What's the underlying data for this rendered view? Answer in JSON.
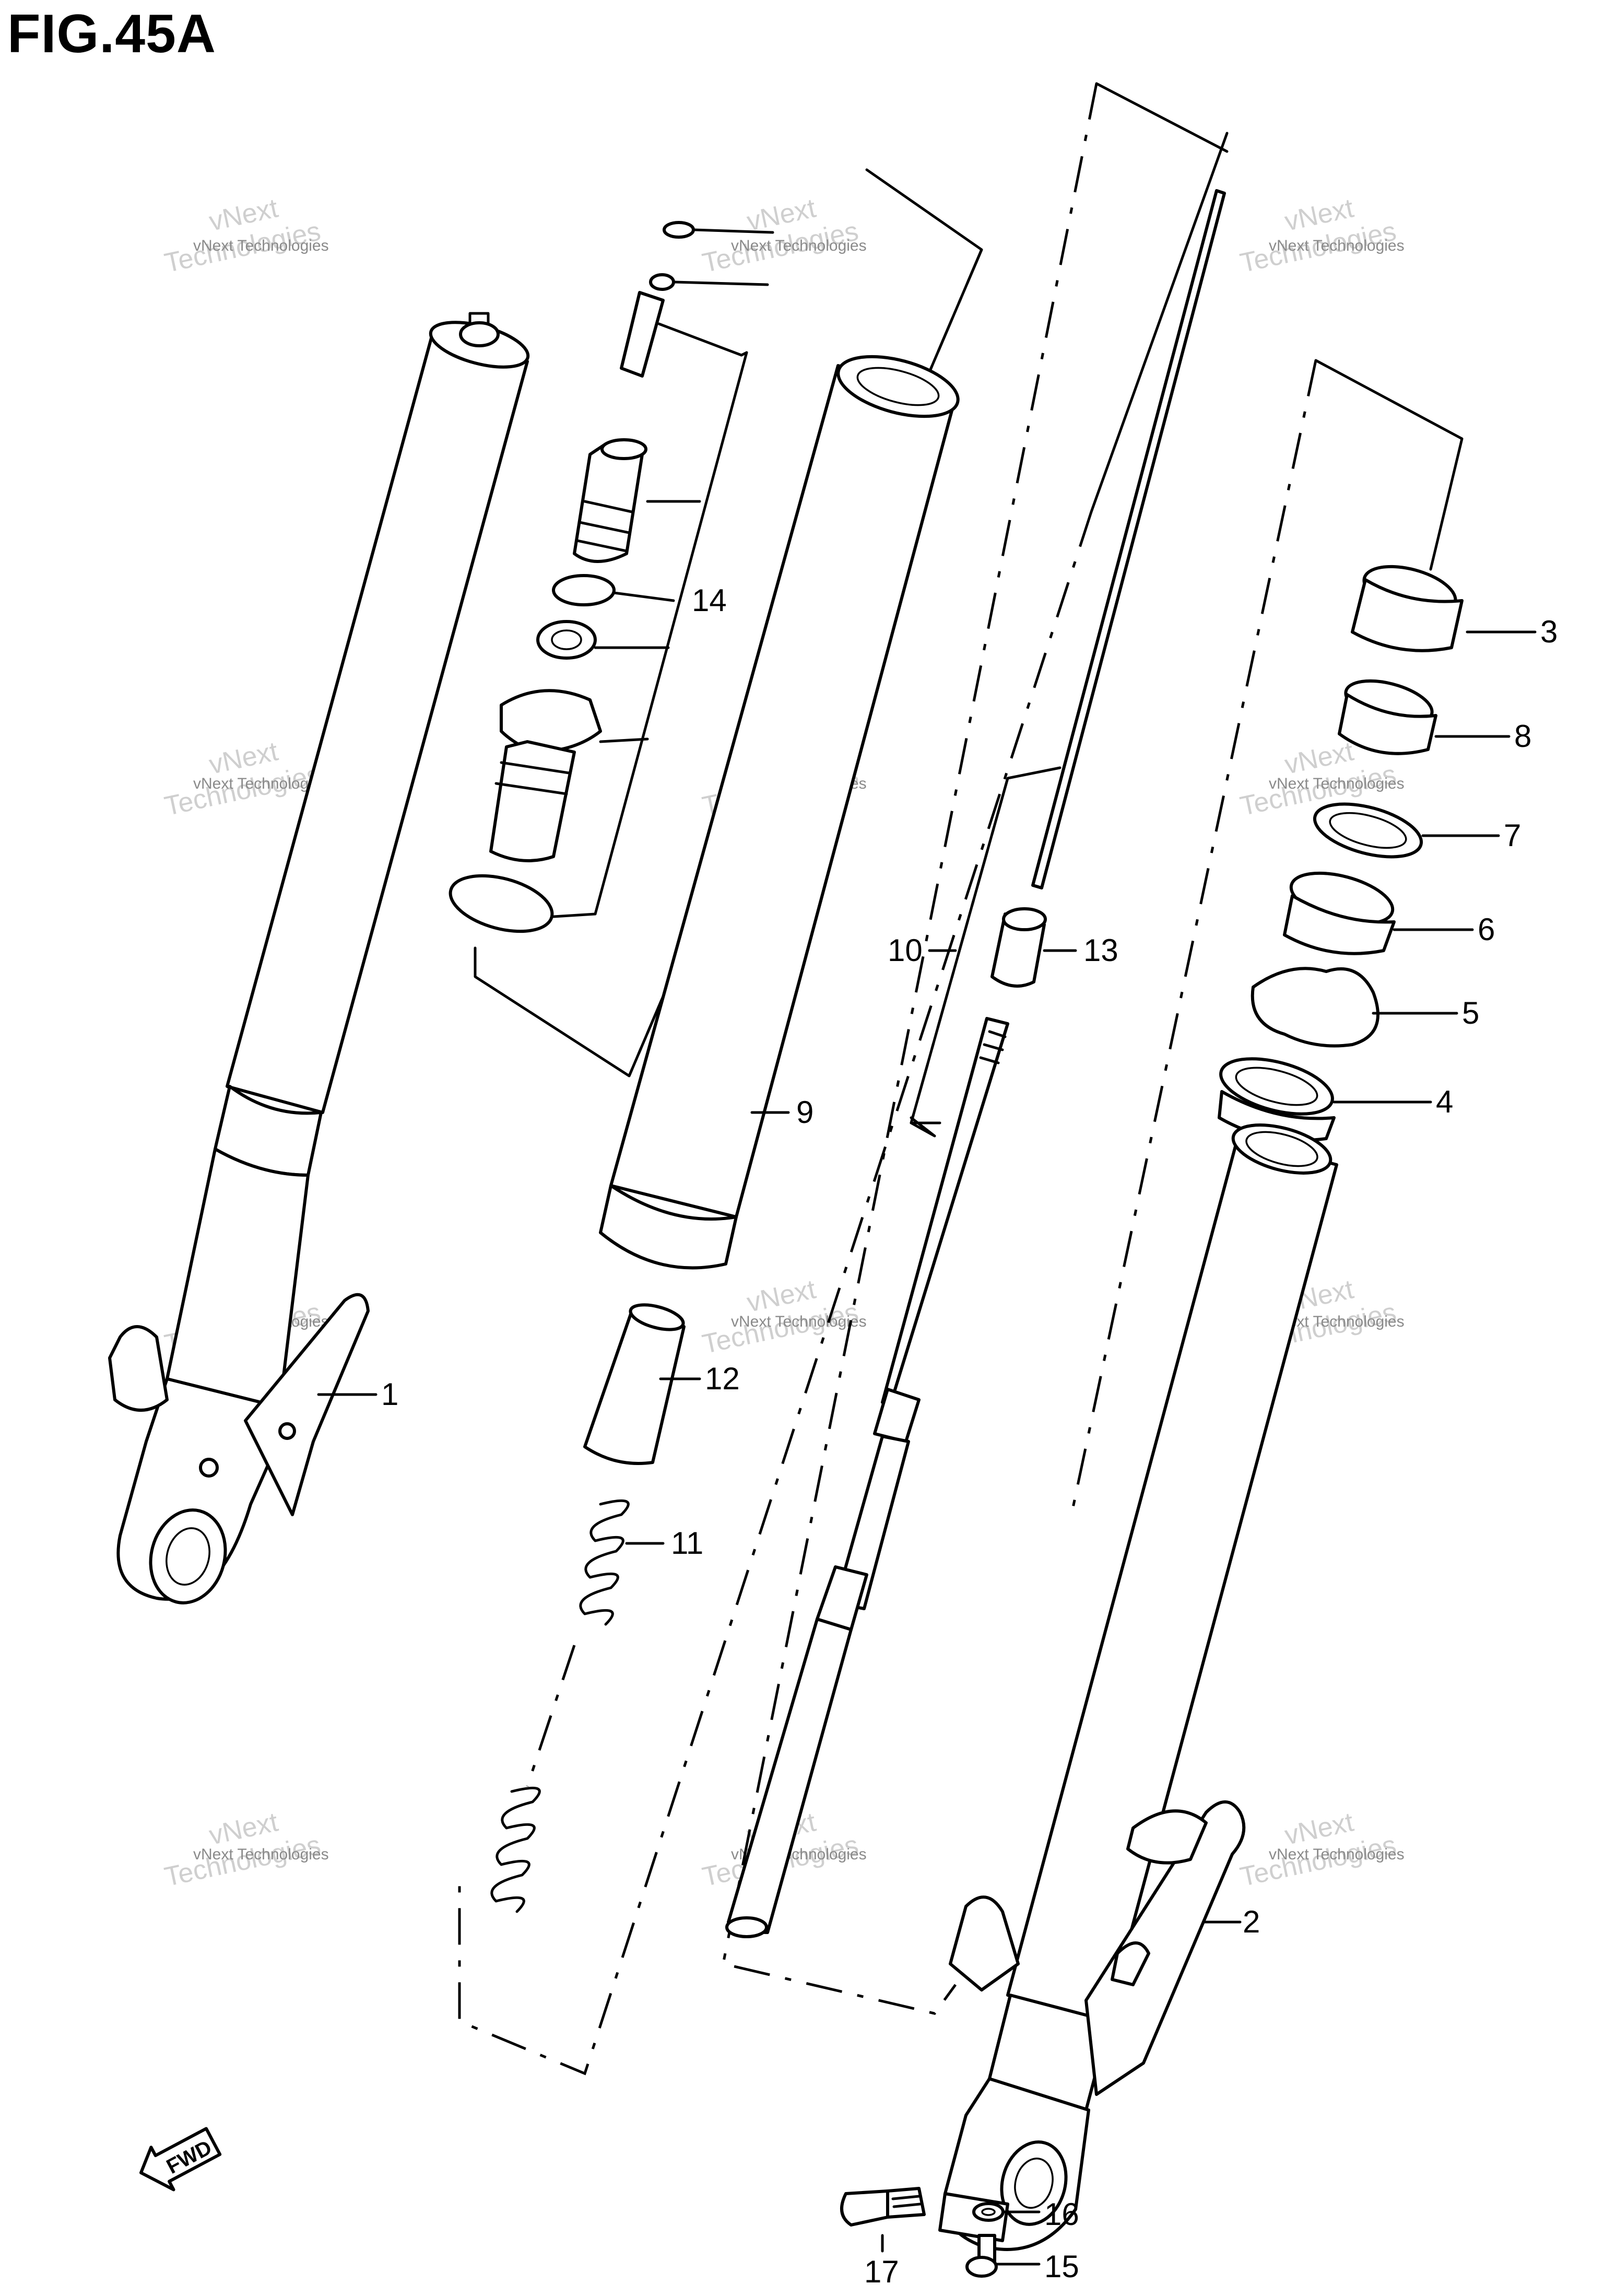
{
  "figure": {
    "title": "FIG.45A"
  },
  "direction_badge": {
    "label": "FWD"
  },
  "watermark": {
    "line1": "vNext Technologies",
    "big1": "vNext",
    "big2": "Technologies"
  },
  "callouts": [
    {
      "id": "1",
      "label": "1"
    },
    {
      "id": "2",
      "label": "2"
    },
    {
      "id": "3",
      "label": "3"
    },
    {
      "id": "4",
      "label": "4"
    },
    {
      "id": "5",
      "label": "5"
    },
    {
      "id": "6",
      "label": "6"
    },
    {
      "id": "7",
      "label": "7"
    },
    {
      "id": "8",
      "label": "8"
    },
    {
      "id": "9",
      "label": "9"
    },
    {
      "id": "10",
      "label": "10"
    },
    {
      "id": "11",
      "label": "11"
    },
    {
      "id": "12",
      "label": "12"
    },
    {
      "id": "13",
      "label": "13"
    },
    {
      "id": "14",
      "label": "14"
    },
    {
      "id": "15",
      "label": "15"
    },
    {
      "id": "16",
      "label": "16"
    },
    {
      "id": "17",
      "label": "17"
    }
  ]
}
